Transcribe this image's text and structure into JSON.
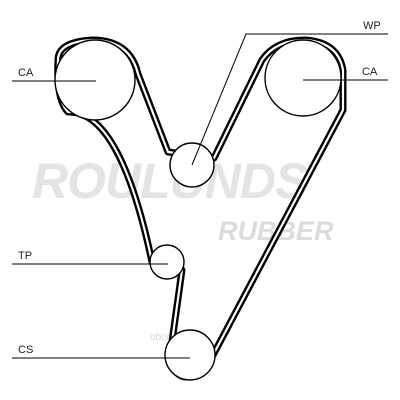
{
  "labels": {
    "ca_left": "CA",
    "ca_right": "CA",
    "wp": "WP",
    "tp": "TP",
    "cs": "CS"
  },
  "watermark": {
    "brand": "ROULUNDS",
    "sub": "RUBBER",
    "site": "oboron.ru"
  },
  "colors": {
    "belt": "#000000",
    "watermark": "#e4e4e4",
    "background": "#ffffff"
  }
}
